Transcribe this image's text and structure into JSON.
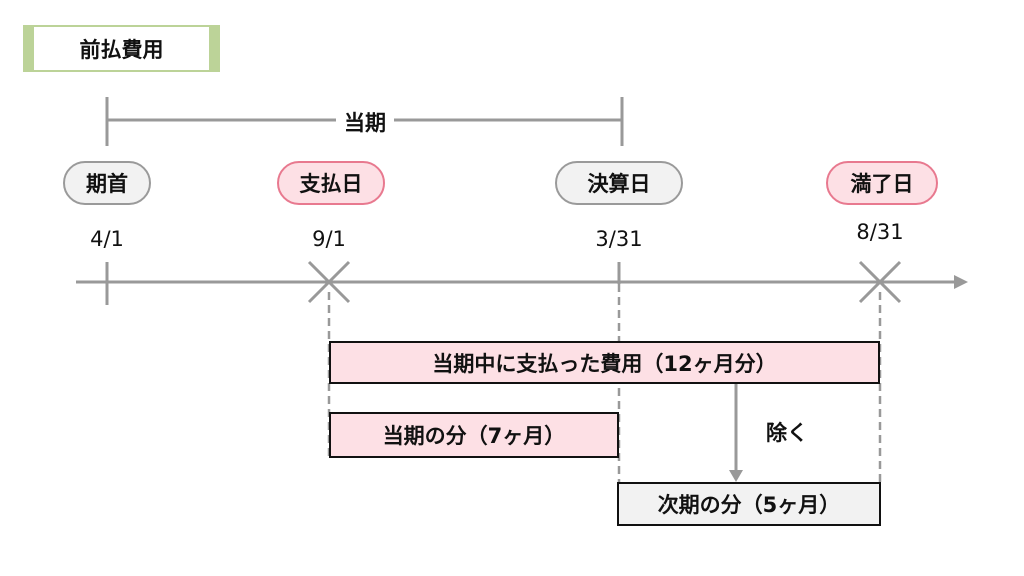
{
  "title": "前払費用",
  "period_label": "当期",
  "milestones": [
    {
      "label": "期首",
      "date": "4/1",
      "style": "gray"
    },
    {
      "label": "支払日",
      "date": "9/1",
      "style": "pink"
    },
    {
      "label": "決算日",
      "date": "3/31",
      "style": "gray"
    },
    {
      "label": "満了日",
      "date": "8/31",
      "style": "pink"
    }
  ],
  "bars": {
    "total": "当期中に支払った費用（12ヶ月分）",
    "current": "当期の分（7ヶ月）",
    "next": "次期の分（5ヶ月）"
  },
  "exclude_label": "除く",
  "colors": {
    "green": "#bcd398",
    "pink_fill": "#fde0e5",
    "pink_border": "#e8798f",
    "gray_fill": "#f2f2f2",
    "gray_border": "#9a9a9a",
    "line": "#999999"
  }
}
